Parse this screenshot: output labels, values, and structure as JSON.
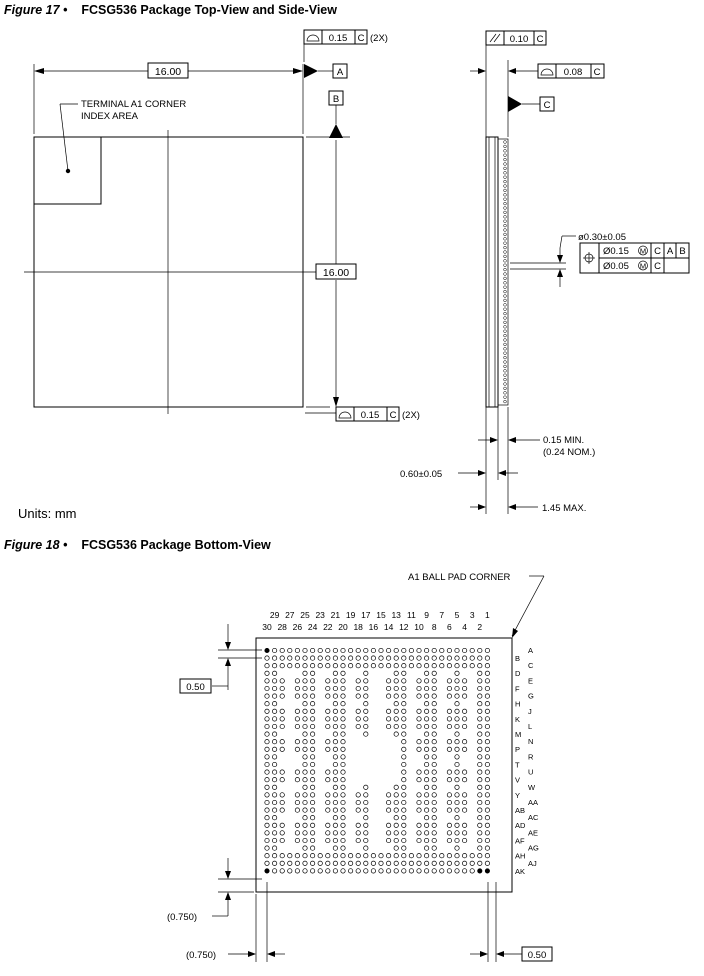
{
  "fig17": {
    "number": "Figure 17 •",
    "title": "FCSG536 Package Top-View and Side-View"
  },
  "fig18": {
    "number": "Figure 18 •",
    "title": "FCSG536 Package Bottom-View"
  },
  "units": "Units: mm",
  "top_view": {
    "width_dim": "16.00",
    "height_dim": "16.00",
    "datum_a": "A",
    "datum_b": "B",
    "terminal_note_1": "TERMINAL A1 CORNER",
    "terminal_note_2": "INDEX AREA",
    "flat_top": {
      "tol": "0.15",
      "ref": "C",
      "mult": "(2X)"
    },
    "flat_bottom": {
      "tol": "0.15",
      "ref": "C",
      "mult": "(2X)"
    }
  },
  "side_view": {
    "parallel": {
      "tol": "0.10",
      "ref": "C"
    },
    "flat": {
      "tol": "0.08",
      "ref": "C"
    },
    "datum_c": "C",
    "ball_dia": "ø0.30±0.05",
    "pos1": {
      "tol": "Ø0.15",
      "r1": "C",
      "r2": "A",
      "r3": "B"
    },
    "pos2": {
      "tol": "Ø0.05",
      "r1": "C"
    },
    "standoff_1": "0.15  MIN.",
    "standoff_2": "(0.24  NOM.)",
    "body_thk": "0.60±0.05",
    "max_height": "1.45  MAX."
  },
  "bottom_view": {
    "corner_label": "A1  BALL  PAD  CORNER",
    "col_odd": [
      "29",
      "27",
      "25",
      "23",
      "21",
      "19",
      "17",
      "15",
      "13",
      "11",
      "9",
      "7",
      "5",
      "3",
      "1"
    ],
    "col_even": [
      "30",
      "28",
      "26",
      "24",
      "22",
      "20",
      "18",
      "16",
      "14",
      "12",
      "10",
      "8",
      "6",
      "4",
      "2"
    ],
    "row_left": [
      "B",
      "D",
      "F",
      "H",
      "K",
      "M",
      "P",
      "T",
      "V",
      "Y",
      "AB",
      "AD",
      "AF",
      "AH",
      "AK"
    ],
    "row_right": [
      "A",
      "C",
      "E",
      "G",
      "J",
      "L",
      "N",
      "R",
      "U",
      "W",
      "AA",
      "AC",
      "AE",
      "AG",
      "AJ"
    ],
    "pitch_v": "0.50",
    "edge_v": "(0.750)",
    "edge_h": "(0.750)",
    "pitch_h": "0.50"
  }
}
